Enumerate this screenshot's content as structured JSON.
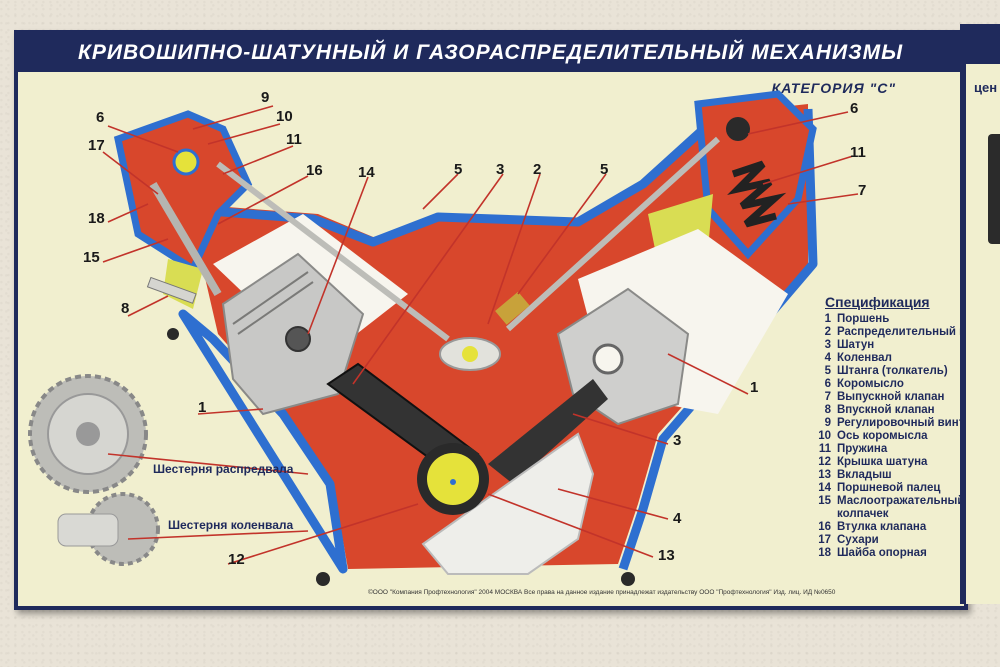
{
  "poster": {
    "title": "КРИВОШИПНО-ШАТУННЫЙ И ГАЗОРАСПРЕДЕЛИТЕЛЬНЫЙ МЕХАНИЗМЫ",
    "category": "КАТЕГОРИЯ \"С\"",
    "footer": "©ООО \"Компания Профтехнология\" 2004 МОСКВА Все права на данное издание принадлежат издательству ООО \"Профтехнология\" Изд. лиц. ИД №0650",
    "gear_camshaft": "Шестерня распредвала",
    "gear_crankshaft": "Шестерня коленвала",
    "next_poster_text": "цен"
  },
  "spec": {
    "title": "Спецификация",
    "items": [
      {
        "num": "1",
        "label": "Поршень"
      },
      {
        "num": "2",
        "label": "Распределительный вал"
      },
      {
        "num": "3",
        "label": "Шатун"
      },
      {
        "num": "4",
        "label": "Коленвал"
      },
      {
        "num": "5",
        "label": "Штанга (толкатель)"
      },
      {
        "num": "6",
        "label": "Коромысло"
      },
      {
        "num": "7",
        "label": "Выпускной клапан"
      },
      {
        "num": "8",
        "label": "Впускной клапан"
      },
      {
        "num": "9",
        "label": "Регулировочный винт"
      },
      {
        "num": "10",
        "label": "Ось коромысла"
      },
      {
        "num": "11",
        "label": "Пружина"
      },
      {
        "num": "12",
        "label": "Крышка шатуна"
      },
      {
        "num": "13",
        "label": "Вкладыш"
      },
      {
        "num": "14",
        "label": "Поршневой палец"
      },
      {
        "num": "15",
        "label": "Маслоотражательный колпачек"
      },
      {
        "num": "16",
        "label": "Втулка клапана"
      },
      {
        "num": "17",
        "label": "Сухари"
      },
      {
        "num": "18",
        "label": "Шайба опорная"
      }
    ]
  },
  "callouts": {
    "l9": "9",
    "l10": "10",
    "l11a": "11",
    "l6a": "6",
    "l17": "17",
    "l16": "16",
    "l18": "18",
    "l15": "15",
    "l8": "8",
    "l14": "14",
    "l5a": "5",
    "l3a": "3",
    "l2": "2",
    "l5b": "5",
    "l6b": "6",
    "l11b": "11",
    "l7": "7",
    "l1a": "1",
    "l1b": "1",
    "l3b": "3",
    "l4": "4",
    "l13": "13",
    "l12": "12"
  },
  "colors": {
    "navy": "#1f2a5c",
    "red": "#d8472c",
    "blue": "#2e6fd0",
    "yellow": "#d9dd53",
    "white": "#f7f5ee"
  }
}
